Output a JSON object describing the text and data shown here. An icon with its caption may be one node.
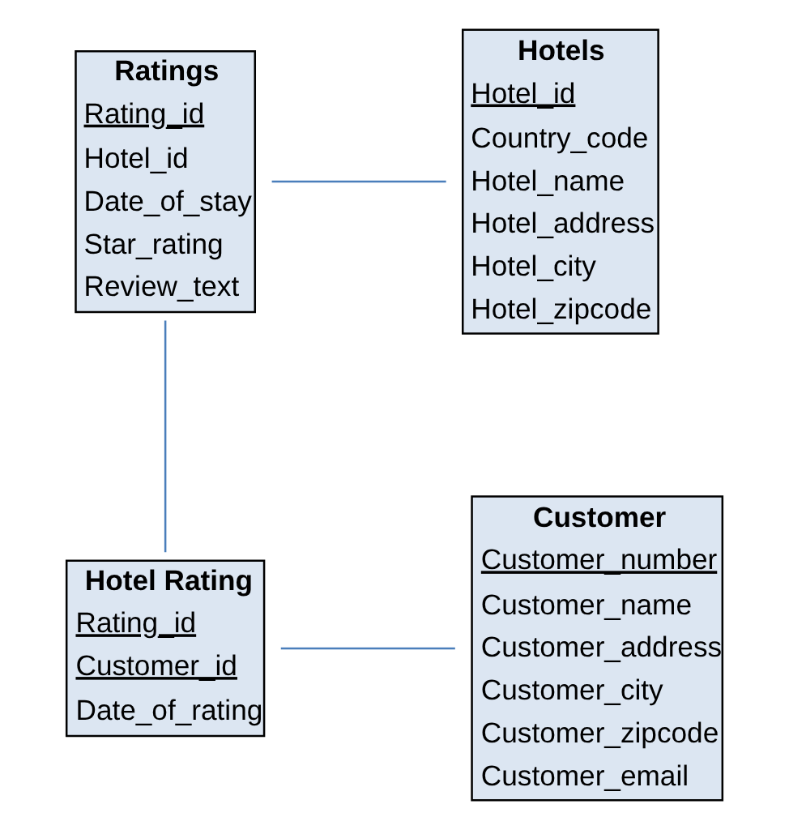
{
  "diagram": {
    "nodes": [
      {
        "text": [
          "Ratings",
          "Rating_id",
          "Hotel_id",
          "Date_of_stay",
          "Star_rating",
          "Review_text"
        ]
      },
      {
        "text": [
          "Hotels",
          "Hotel_id",
          "Country_code",
          "Hotel_name",
          "Hotel_address",
          "Hotel_city",
          "Hotel_zipcode"
        ]
      },
      {
        "text": [
          "Hotel Rating",
          "Rating_id",
          "Customer_id",
          "Date_of_rating"
        ]
      },
      {
        "text": [
          "Customer",
          "Customer_number",
          "Customer_name",
          "Customer_address",
          "Customer_city",
          "Customer_zipcode",
          "Customer_email"
        ]
      }
    ],
    "edges": [
      {
        "from": 0,
        "to": 1,
        "arrow": "none"
      },
      {
        "from": 0,
        "to": 2,
        "arrow": "none"
      },
      {
        "from": 2,
        "to": 3,
        "arrow": "none"
      }
    ]
  }
}
